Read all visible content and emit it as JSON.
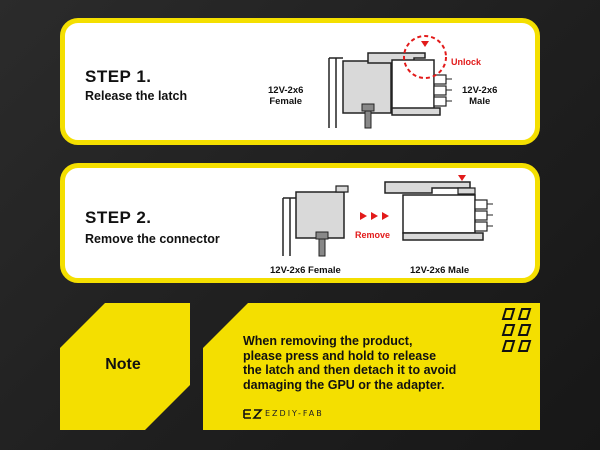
{
  "step1": {
    "title": "STEP 1.",
    "subtitle": "Release the latch",
    "female_label_1": "12V-2x6",
    "female_label_2": "Female",
    "male_label_1": "12V-2x6",
    "male_label_2": "Male",
    "unlock_label": "Unlock"
  },
  "step2": {
    "title": "STEP 2.",
    "subtitle": "Remove the connector",
    "remove_label": "Remove",
    "female_label": "12V-2x6 Female",
    "male_label": "12V-2x6 Male"
  },
  "note": {
    "label": "Note",
    "lines": [
      "When removing the product,",
      "please press and hold to release",
      "the latch and then detach it to avoid",
      "damaging the GPU or the adapter."
    ],
    "brand": "EZDIY-FAB"
  },
  "colors": {
    "accent_yellow": "#f4df00",
    "alert_red": "#e21a1a"
  }
}
